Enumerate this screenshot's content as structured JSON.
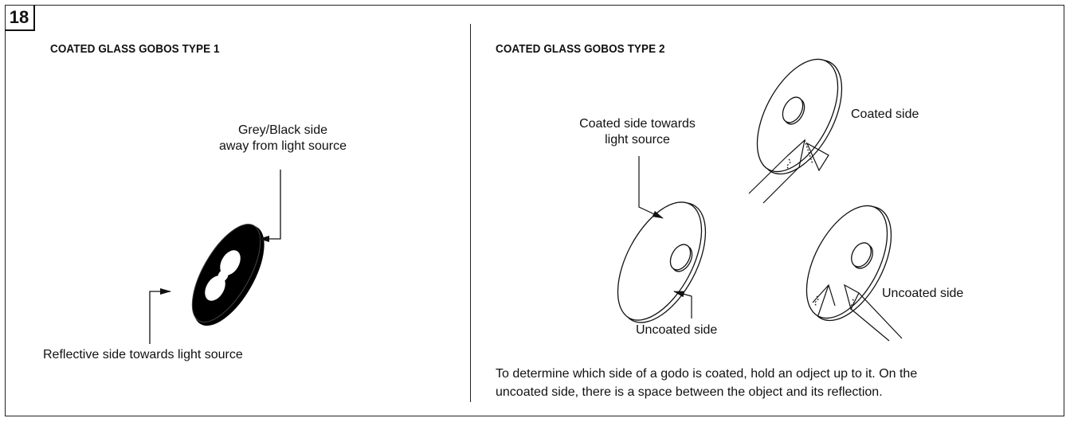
{
  "step_number": "18",
  "left_panel": {
    "title": "COATED GLASS GOBOS TYPE 1",
    "label_top_line1": "Grey/Black side",
    "label_top_line2": "away from light source",
    "label_bottom": "Reflective side towards light source"
  },
  "right_panel": {
    "title": "COATED GLASS GOBOS TYPE 2",
    "label_coated_towards_line1": "Coated side towards",
    "label_coated_towards_line2": "light source",
    "label_coated_side": "Coated side",
    "label_uncoated_side_a": "Uncoated side",
    "label_uncoated_side_b": "Uncoated side",
    "note_line1": "To determine which side of a godo is coated, hold an odject up to it. On the",
    "note_line2": "uncoated side, there is a space between the object and its reflection."
  },
  "colors": {
    "ink": "#111111",
    "background": "#ffffff",
    "gobo_fill": "#000000"
  }
}
